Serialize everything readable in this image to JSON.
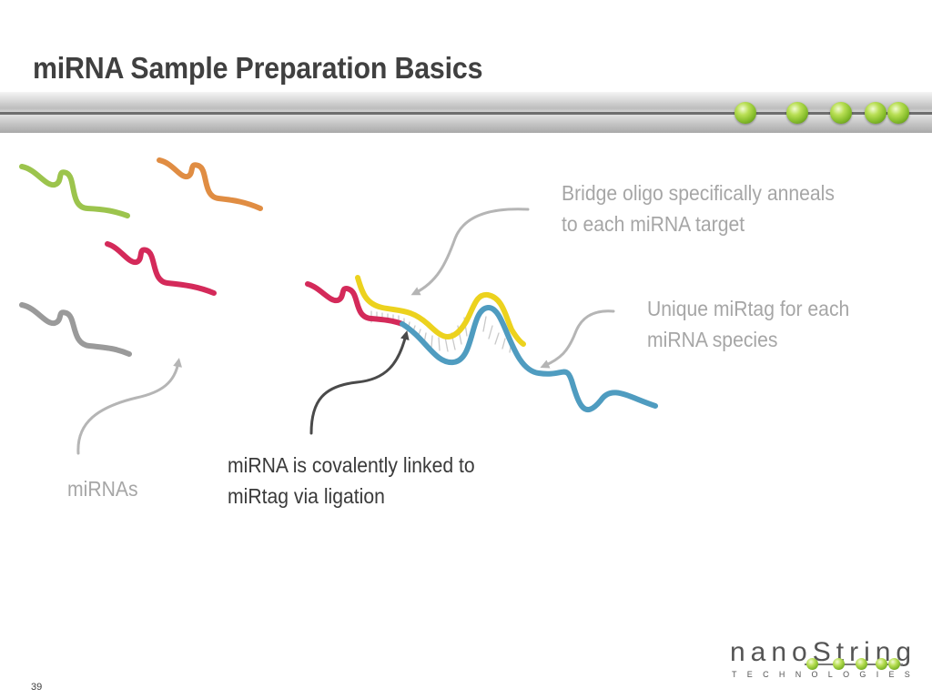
{
  "slide": {
    "title": "miRNA Sample Preparation Basics",
    "page_number": "39"
  },
  "labels": {
    "mirnas": "miRNAs",
    "ligation_line1": "miRNA is covalently linked to",
    "ligation_line2": "miRtag via ligation",
    "bridge_line1": "Bridge oligo specifically anneals",
    "bridge_line2": "to each miRNA target",
    "mirtag_line1": "Unique miRtag for each",
    "mirtag_line2": "miRNA species"
  },
  "logo": {
    "word": "nanoString",
    "sub": "TECHNOLOGIES"
  },
  "colors": {
    "mirna_green": "#9cc44d",
    "mirna_orange": "#e08d43",
    "mirna_red": "#d42a5a",
    "mirna_gray": "#9a9a9a",
    "bridge_yellow": "#ecd21e",
    "mirtag_blue": "#4f9cc0",
    "accent_green": "#86bd2b"
  }
}
